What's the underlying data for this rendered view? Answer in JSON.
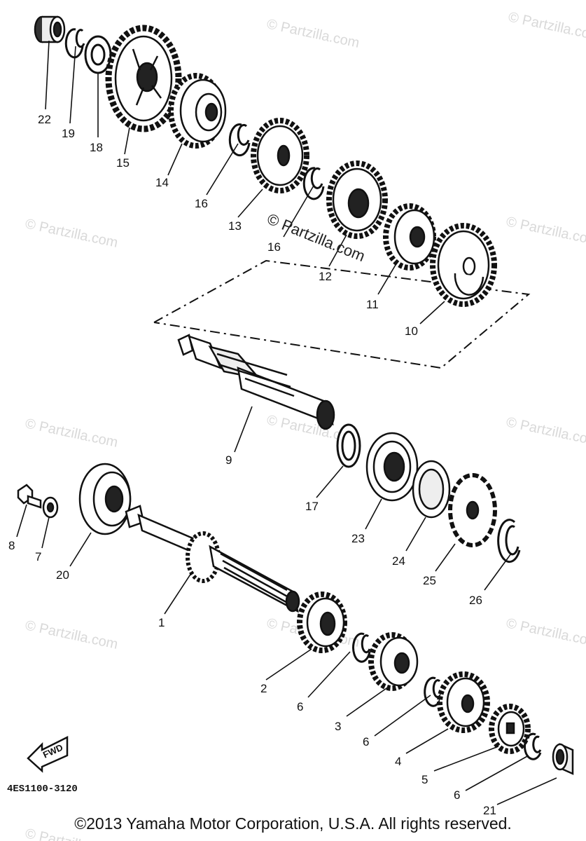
{
  "watermark": "© Partzilla.com",
  "center_watermark": "© Partzilla.com",
  "fwd_label": "FWD",
  "diagram_code": "4ES1100-3120",
  "copyright": "©2013 Yamaha Motor Corporation, U.S.A. All rights reserved.",
  "callouts": {
    "c22": "22",
    "c19": "19",
    "c18": "18",
    "c15": "15",
    "c14": "14",
    "c16a": "16",
    "c13": "13",
    "c16b": "16",
    "c12": "12",
    "c11": "11",
    "c10": "10",
    "c9": "9",
    "c17": "17",
    "c23": "23",
    "c24": "24",
    "c25": "25",
    "c26": "26",
    "c8": "8",
    "c7": "7",
    "c20": "20",
    "c1": "1",
    "c2": "2",
    "c6a": "6",
    "c3": "3",
    "c6b": "6",
    "c4": "4",
    "c5": "5",
    "c6c": "6",
    "c21": "21"
  },
  "colors": {
    "line": "#111111",
    "watermark": "#d9d9d9"
  }
}
